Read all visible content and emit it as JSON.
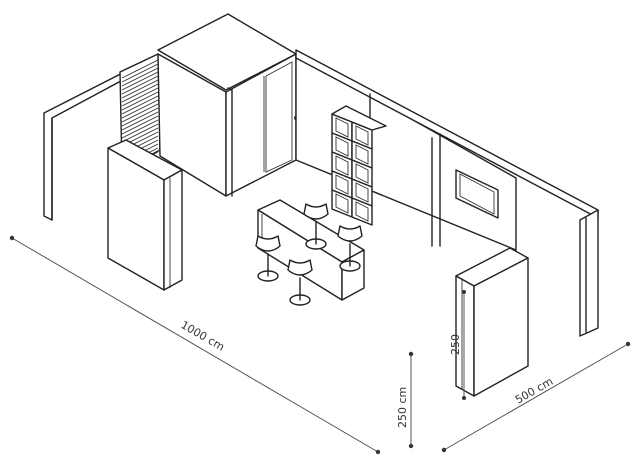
{
  "dimensions": {
    "length_label": "1000 cm",
    "depth_label": "500 cm",
    "height_label": "250 cm",
    "partition_height_label": "250"
  }
}
